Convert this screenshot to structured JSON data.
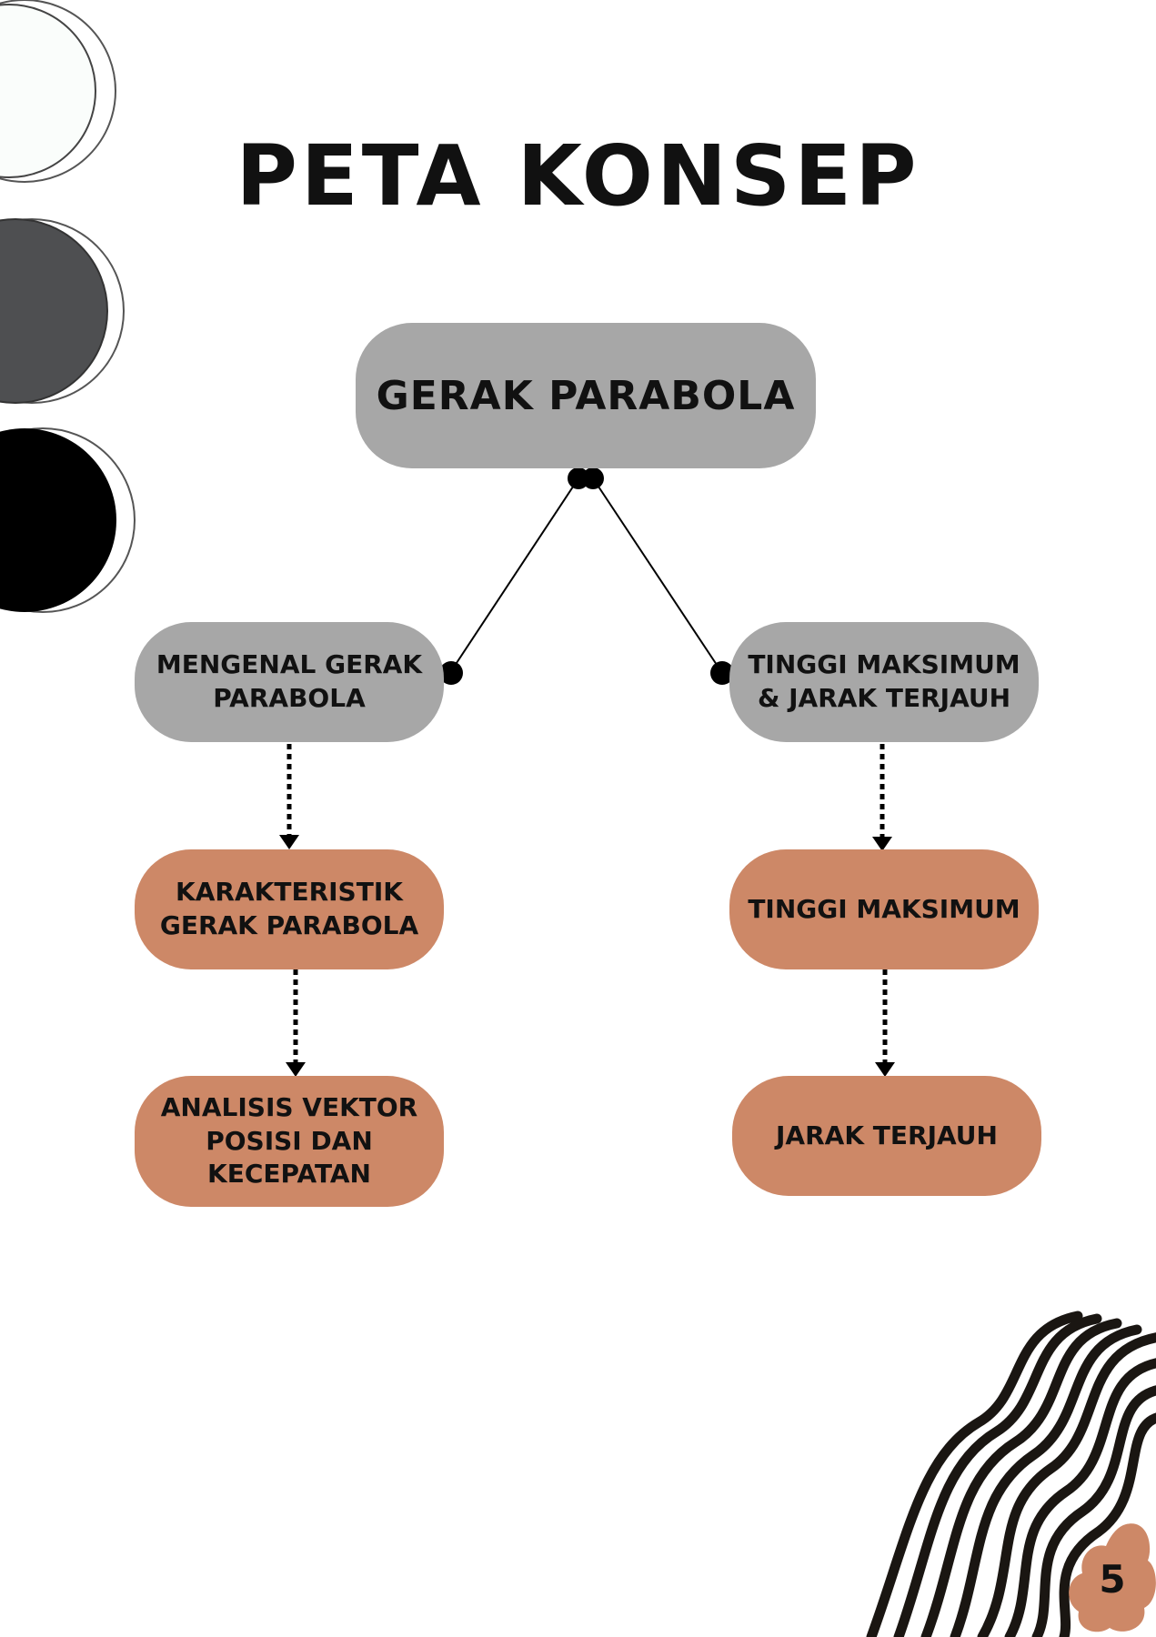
{
  "title": "PETA KONSEP",
  "nodes": {
    "root": "GERAK PARABOLA",
    "left_1": "MENGENAL GERAK PARABOLA",
    "right_1": "TINGGI MAKSIMUM & JARAK TERJAUH",
    "left_2": "KARAKTERISTIK GERAK PARABOLA",
    "right_2": "TINGGI MAKSIMUM",
    "left_3": "ANALISIS VEKTOR POSISI DAN KECEPATAN",
    "right_3": "JARAK TERJAUH"
  },
  "page_number": "5",
  "colors": {
    "gray_node": "#a7a7a7",
    "clay_node": "#cd8867",
    "dark_circle": "#4e4f51",
    "black": "#000000"
  }
}
